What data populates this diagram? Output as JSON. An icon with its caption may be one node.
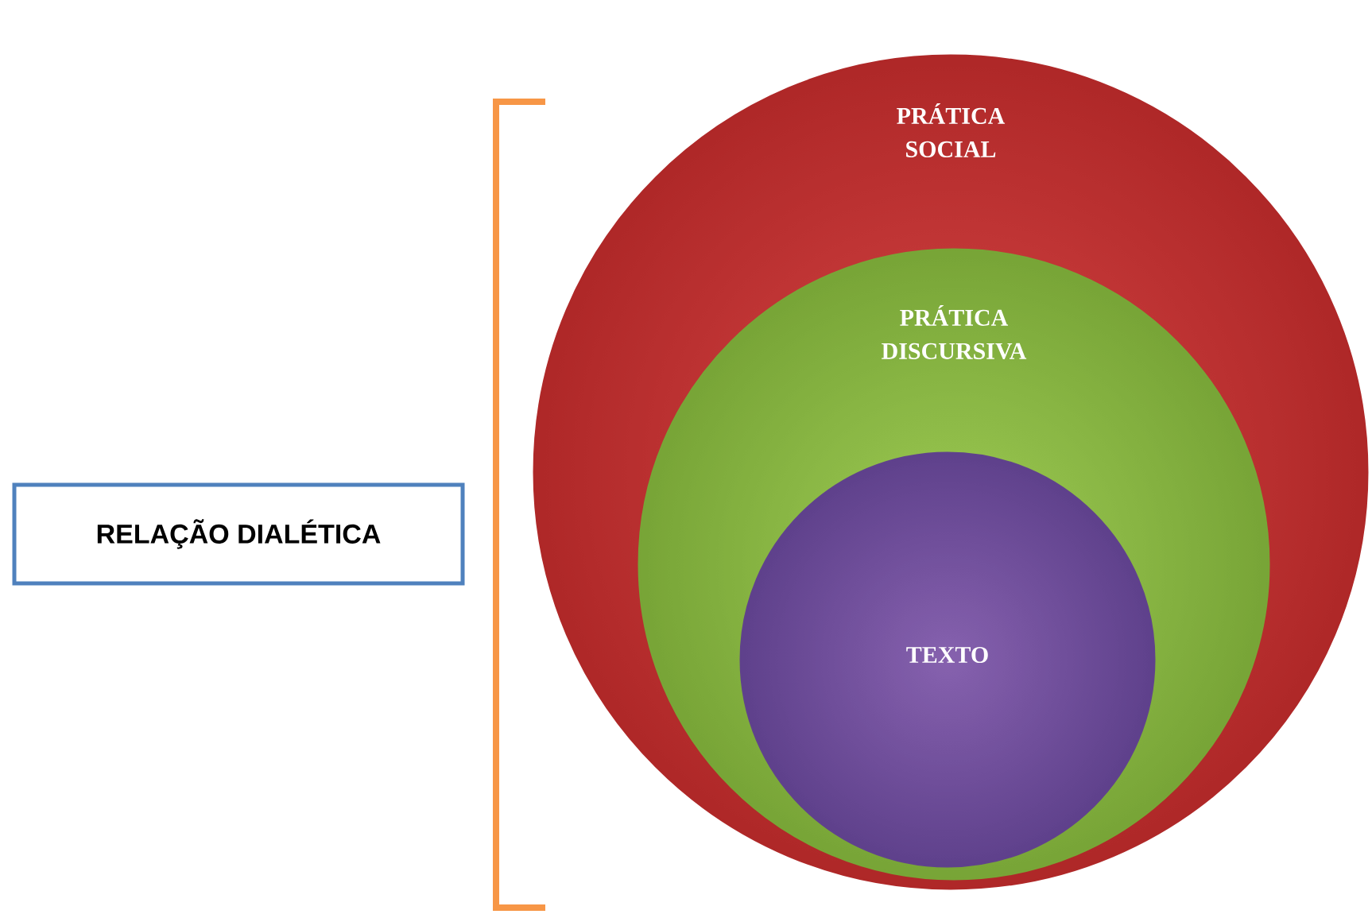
{
  "diagram": {
    "nodes": [
      {
        "text": [
          "RELAÇÃO DIALÉTICA"
        ]
      },
      {
        "text": [
          "PRÁTICA SOCIAL"
        ]
      },
      {
        "text": [
          "PRÁTICA DISCURSIVA"
        ],
        "in": 1
      },
      {
        "text": [
          "TEXTO"
        ],
        "in": 2
      }
    ]
  }
}
